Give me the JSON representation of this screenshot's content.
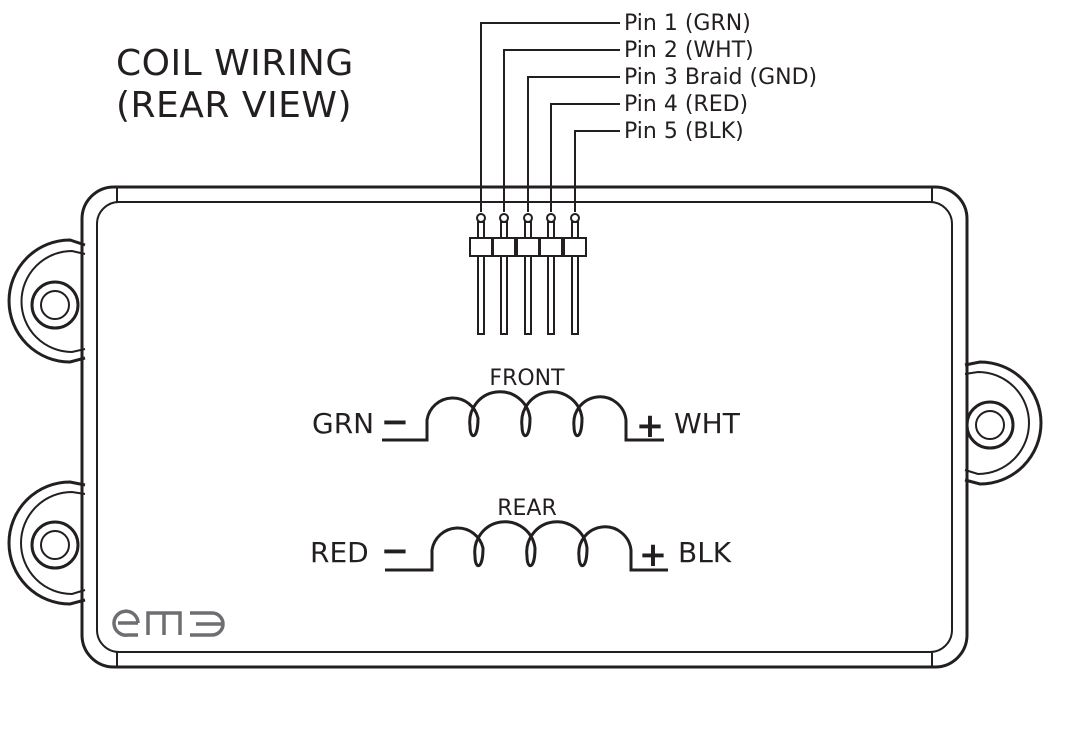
{
  "title": {
    "line1": "COIL WIRING",
    "line2": "(REAR VIEW)"
  },
  "pins": [
    {
      "label": "Pin 1 (GRN)"
    },
    {
      "label": "Pin 2 (WHT)"
    },
    {
      "label": "Pin 3 Braid (GND)"
    },
    {
      "label": "Pin 4 (RED)"
    },
    {
      "label": "Pin 5 (BLK)"
    }
  ],
  "front_coil": {
    "name": "FRONT",
    "left_wire": "GRN",
    "left_sign": "−",
    "right_wire": "WHT",
    "right_sign": "+"
  },
  "rear_coil": {
    "name": "REAR",
    "left_wire": "RED",
    "left_sign": "−",
    "right_wire": "BLK",
    "right_sign": "+"
  },
  "logo": {
    "text": "emg",
    "icon": "emg-logo-icon"
  },
  "colors": {
    "line": "#231f20",
    "background": "#ffffff",
    "logo": "#6d6e71"
  }
}
